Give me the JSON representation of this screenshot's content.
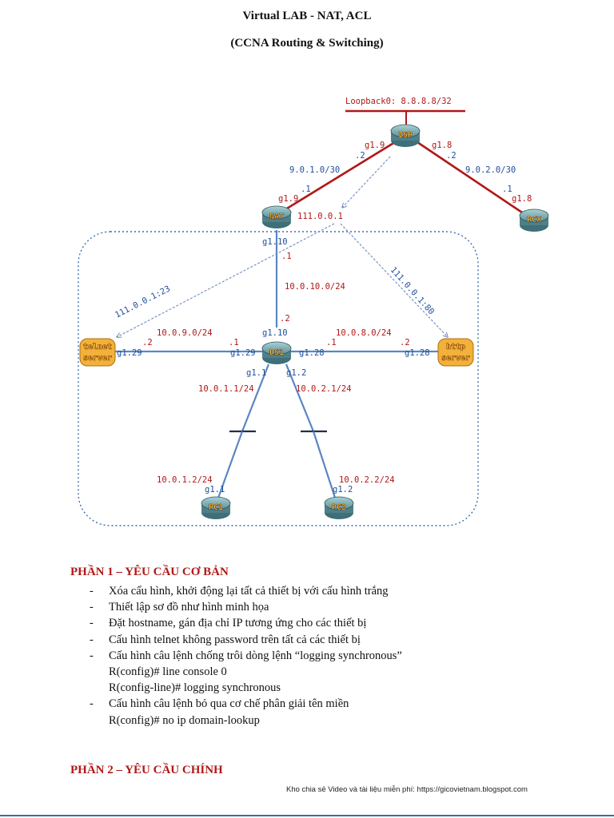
{
  "header": {
    "title": "Virtual LAB - NAT, ACL",
    "subtitle": "(CCNA Routing & Switching)"
  },
  "diagram": {
    "devices": {
      "isp": "ISP",
      "nat": "NAT",
      "pcx": "PCX",
      "ds1": "DS1",
      "pc1": "PC1",
      "pc2": "PC2",
      "telnet_l1": "telnet",
      "telnet_l2": "server",
      "http_l1": "http",
      "http_l2": "server"
    },
    "labels": {
      "loopback": "Loopback0: 8.8.8.8/32",
      "isp_g19": "g1.9",
      "isp_g18": "g1.8",
      "isp_dot2_left": ".2",
      "isp_dot2_right": ".2",
      "net_isp_nat": "9.0.1.0/30",
      "net_isp_pcx": "9.0.2.0/30",
      "nat_dot1": ".1",
      "nat_g19": "g1.9",
      "pcx_dot1": ".1",
      "pcx_g18": "g1.8",
      "nat_public": "111.0.0.1",
      "nat_g110": "g1.10",
      "nat_dot1_down": ".1",
      "net_nat_ds1": "10.0.10.0/24",
      "ds1_dot2_up": ".2",
      "ds1_g110": "g1.10",
      "telnet_map": "111.0.0.1:23",
      "http_map": "111.0.0.1:80",
      "net_telnet": "10.0.9.0/24",
      "net_http": "10.0.8.0/24",
      "telnet_dot2": ".2",
      "telnet_g129": "g1.29",
      "ds1_dot1_left": ".1",
      "ds1_g129": "g1.29",
      "ds1_dot1_right": ".1",
      "ds1_g128": "g1.28",
      "http_dot2": ".2",
      "http_g128": "g1.28",
      "ds1_g11": "g1.1",
      "ds1_g12": "g1.2",
      "ds1_ip1": "10.0.1.1/24",
      "ds1_ip2": "10.0.2.1/24",
      "pc1_ip": "10.0.1.2/24",
      "pc1_g11": "g1.1",
      "pc2_ip": "10.0.2.2/24",
      "pc2_g12": "g1.2"
    }
  },
  "part1": {
    "heading": "PHẦN 1 – YÊU CẦU CƠ BẢN",
    "dash": "-",
    "items": [
      "Xóa cấu hình, khởi động lại tất cả thiết bị với cấu hình trắng",
      "Thiết lập sơ đồ như hình minh họa",
      "Đặt hostname, gán địa chỉ IP tương ứng cho các thiết bị",
      "Cấu hình telnet không password trên tất cả các thiết bị",
      "Cấu hình câu lệnh chống trôi dòng lệnh “logging synchronous”",
      "Cấu hình câu lệnh bỏ qua cơ chế phân giải tên miền"
    ],
    "commands": [
      "R(config)# line console 0",
      "R(config-line)# logging synchronous",
      "R(config)# no ip domain-lookup"
    ]
  },
  "part2": {
    "heading": "PHẦN 2 – YÊU CẦU CHÍNH"
  },
  "footer": {
    "text": "Kho chia sẻ Video và tài liệu miễn phí: https://gicovietnam.blogspot.com"
  },
  "colors": {
    "serial_link": "#b01818",
    "ethernet_link": "#5b86c2",
    "dotted_arrow": "#6a8cc0",
    "accent_blue": "#2f6fb5",
    "router_top": "#7fb0b6",
    "router_side": "#3f6f78"
  }
}
